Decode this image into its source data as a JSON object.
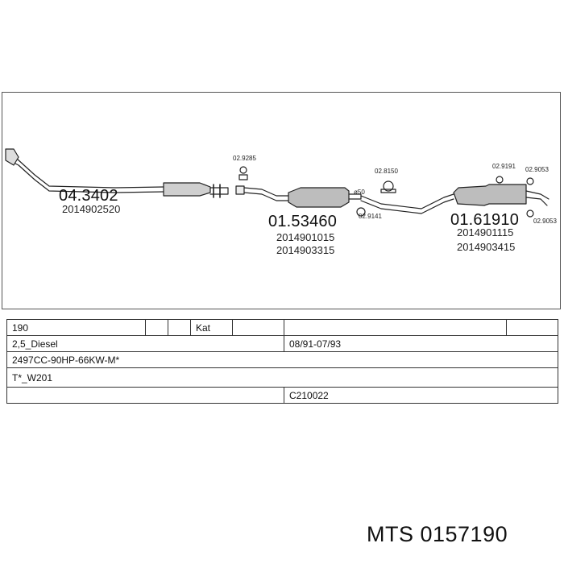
{
  "diagram": {
    "groups": [
      {
        "part": "04.3402",
        "refs": [
          "2014902520"
        ]
      },
      {
        "part": "01.53460",
        "refs": [
          "2014901015",
          "2014903315"
        ]
      },
      {
        "part": "01.61910",
        "refs": [
          "2014901115",
          "2014903415"
        ]
      }
    ],
    "small_parts": [
      "02.9285",
      "02.8150",
      "02.9141",
      "02.9191",
      "02.9053",
      "02.9053"
    ],
    "pipe_note": "ø50"
  },
  "table": {
    "row1": [
      "190",
      "",
      "",
      "Kat",
      "",
      "",
      ""
    ],
    "row2": [
      "2,5_Diesel",
      "08/91-07/93"
    ],
    "row3": "2497CC-90HP-66KW-M*",
    "row4": "T*_W201",
    "row5": [
      "",
      "C210022"
    ]
  },
  "footer": {
    "text": "MTS 0157190"
  }
}
